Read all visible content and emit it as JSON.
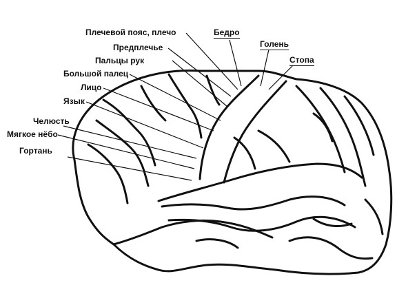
{
  "labels": {
    "shoulder": "Плечевой пояс, плечо",
    "forearm": "Предплечье",
    "fingers": "Пальцы рук",
    "thumb": "Большой палец",
    "face": "Лицо",
    "tongue": "Язык",
    "jaw": "Челюсть",
    "palate": "Мягкое нёбо",
    "larynx": "Гортань",
    "thigh": "Бедро",
    "shin": "Голень",
    "foot": "Стопа"
  }
}
